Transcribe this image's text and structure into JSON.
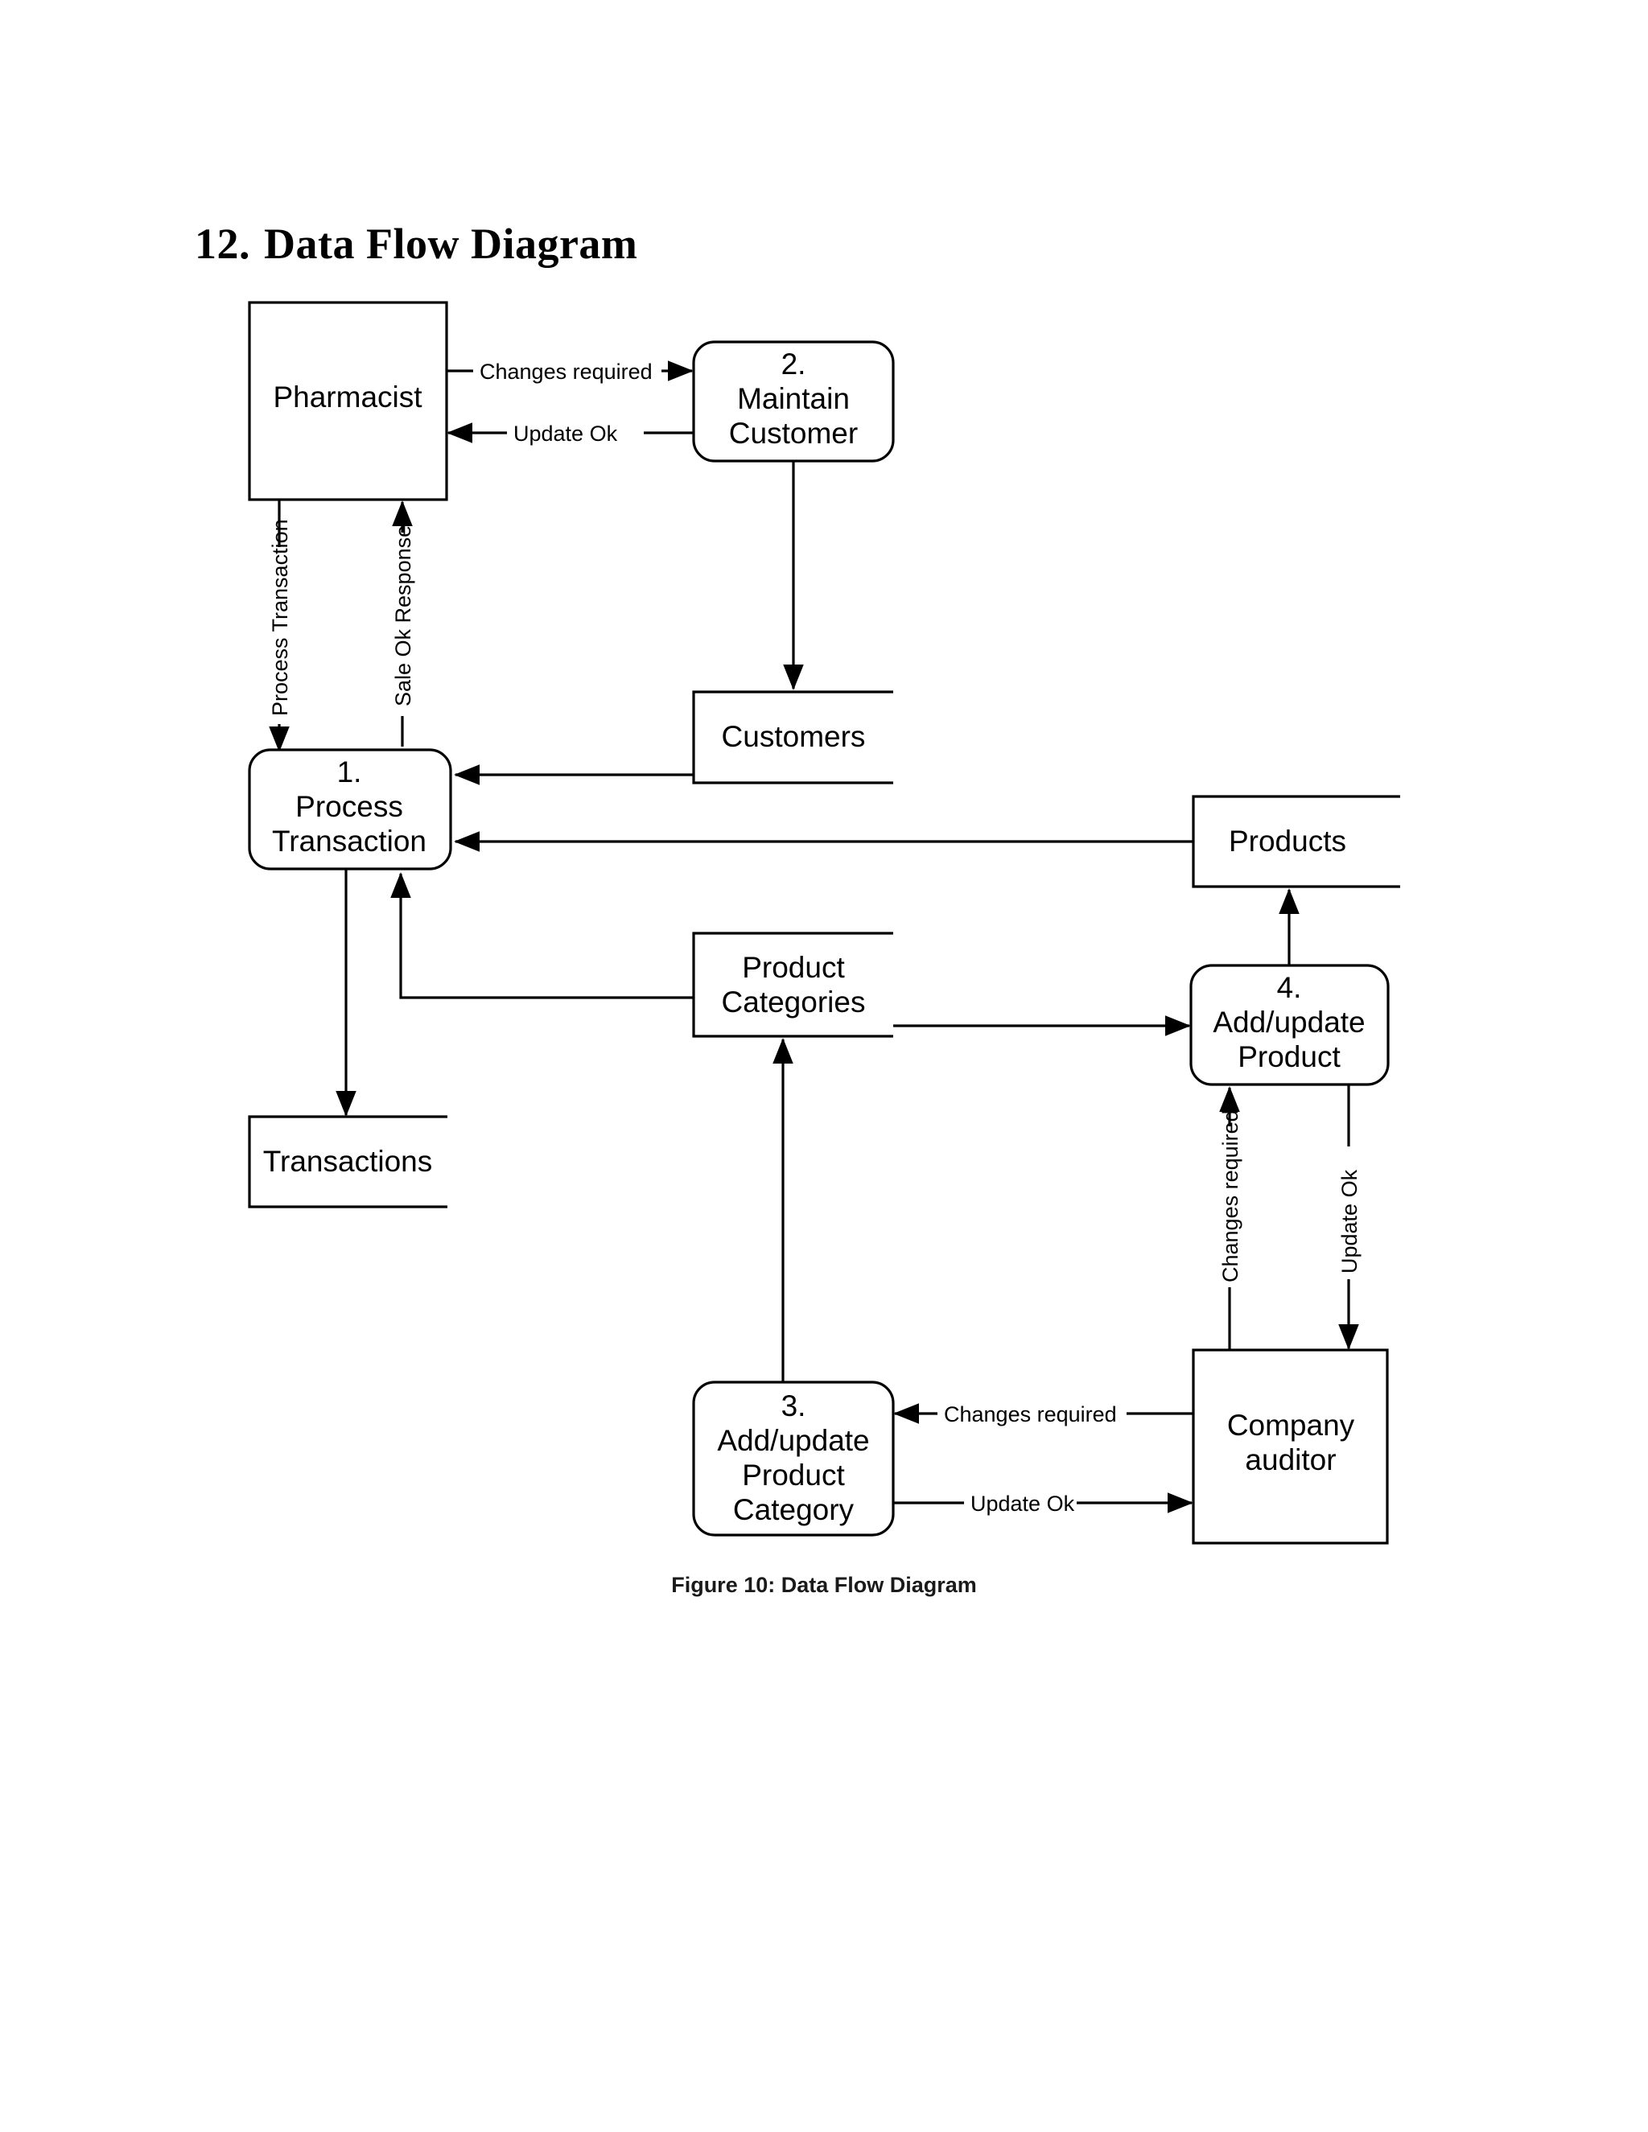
{
  "heading": {
    "number": "12.",
    "text": "Data Flow Diagram"
  },
  "caption": "Figure 10: Data Flow Diagram",
  "colors": {
    "stroke": "#000000",
    "fill": "#ffffff",
    "text": "#000000"
  },
  "diagram": {
    "type": "data-flow-diagram",
    "entities": [
      {
        "id": "pharmacist",
        "label": "Pharmacist",
        "shape": "rectangle"
      },
      {
        "id": "company-auditor",
        "label_line1": "Company",
        "label_line2": "auditor",
        "shape": "rectangle"
      }
    ],
    "processes": [
      {
        "id": "process-1",
        "number": "1.",
        "label_line1": "Process",
        "label_line2": "Transaction",
        "shape": "rounded-rectangle"
      },
      {
        "id": "process-2",
        "number": "2.",
        "label_line1": "Maintain",
        "label_line2": "Customer",
        "shape": "rounded-rectangle"
      },
      {
        "id": "process-3",
        "number": "3.",
        "label_line1": "Add/update",
        "label_line2": "Product",
        "label_line3": "Category",
        "shape": "rounded-rectangle"
      },
      {
        "id": "process-4",
        "number": "4.",
        "label_line1": "Add/update",
        "label_line2": "Product",
        "shape": "rounded-rectangle"
      }
    ],
    "data_stores": [
      {
        "id": "store-customers",
        "label": "Customers",
        "shape": "open-rectangle"
      },
      {
        "id": "store-products",
        "label": "Products",
        "shape": "open-rectangle"
      },
      {
        "id": "store-product-categories",
        "label_line1": "Product",
        "label_line2": "Categories",
        "shape": "open-rectangle"
      },
      {
        "id": "store-transactions",
        "label": "Transactions",
        "shape": "open-rectangle"
      }
    ],
    "flows": [
      {
        "id": "flow-changes-required-top",
        "label": "Changes required",
        "from": "pharmacist",
        "to": "process-2",
        "orientation": "horizontal"
      },
      {
        "id": "flow-update-ok-top",
        "label": "Update Ok",
        "from": "process-2",
        "to": "pharmacist",
        "orientation": "horizontal"
      },
      {
        "id": "flow-process-transaction",
        "label": "Process Transaction",
        "from": "pharmacist",
        "to": "process-1",
        "orientation": "vertical"
      },
      {
        "id": "flow-sale-ok-response",
        "label": "Sale Ok Response",
        "from": "process-1",
        "to": "pharmacist",
        "orientation": "vertical"
      },
      {
        "id": "flow-process2-customers",
        "label": "",
        "from": "process-2",
        "to": "store-customers",
        "orientation": "vertical"
      },
      {
        "id": "flow-customers-process1",
        "label": "",
        "from": "store-customers",
        "to": "process-1",
        "orientation": "horizontal"
      },
      {
        "id": "flow-products-process1",
        "label": "",
        "from": "store-products",
        "to": "process-1",
        "orientation": "horizontal"
      },
      {
        "id": "flow-process1-transactions",
        "label": "",
        "from": "process-1",
        "to": "store-transactions",
        "orientation": "vertical"
      },
      {
        "id": "flow-categories-process1",
        "label": "",
        "from": "store-product-categories",
        "to": "process-1",
        "orientation": "elbow"
      },
      {
        "id": "flow-categories-process4",
        "label": "",
        "from": "store-product-categories",
        "to": "process-4",
        "orientation": "horizontal"
      },
      {
        "id": "flow-process4-products",
        "label": "",
        "from": "process-4",
        "to": "store-products",
        "orientation": "vertical"
      },
      {
        "id": "flow-changes-required-right",
        "label": "Changes required",
        "from": "company-auditor",
        "to": "process-4",
        "orientation": "vertical"
      },
      {
        "id": "flow-update-ok-right",
        "label": "Update Ok",
        "from": "process-4",
        "to": "company-auditor",
        "orientation": "vertical"
      },
      {
        "id": "flow-changes-required-bottom",
        "label": "Changes required",
        "from": "company-auditor",
        "to": "process-3",
        "orientation": "horizontal"
      },
      {
        "id": "flow-update-ok-bottom",
        "label": "Update Ok",
        "from": "process-3",
        "to": "company-auditor",
        "orientation": "horizontal"
      },
      {
        "id": "flow-process3-categories",
        "label": "",
        "from": "process-3",
        "to": "store-product-categories",
        "orientation": "vertical"
      }
    ]
  }
}
